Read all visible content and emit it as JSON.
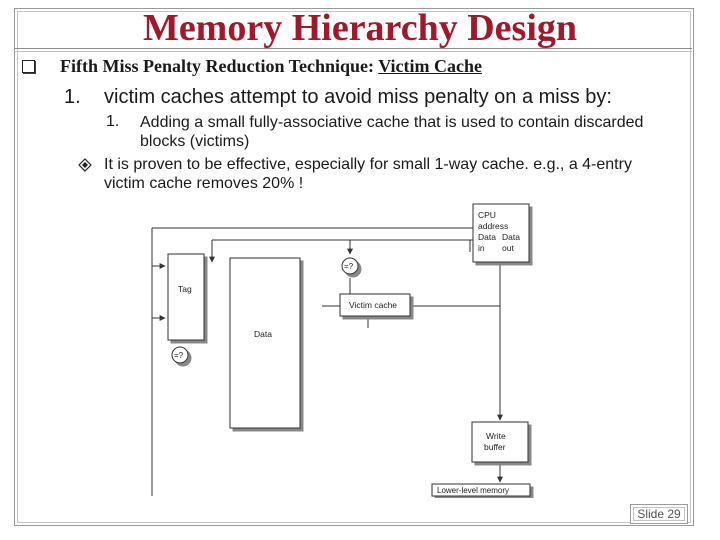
{
  "slide": {
    "title": "Memory Hierarchy Design",
    "heading_prefix": "Fifth Miss Penalty Reduction Technique: ",
    "heading_highlight": "Victim Cache",
    "point1_number": "1.",
    "point1_text": "victim caches attempt to avoid miss penalty on a miss by:",
    "sub1_number": "1.",
    "sub1_text": "Adding a small fully-associative cache that is used to contain discarded blocks (victims)",
    "note_text": "It is proven to be effective, especially for small 1-way cache. e.g., a 4-entry victim cache removes 20% !",
    "slide_number": "Slide 29"
  },
  "diagram": {
    "cpu_label_1": "CPU",
    "cpu_label_2": "address",
    "data_in_label_1": "Data",
    "data_in_label_2": "in",
    "data_out_label_1": "Data",
    "data_out_label_2": "out",
    "tag_label": "Tag",
    "data_label": "Data",
    "compare_label_top": "=?",
    "compare_label_bottom": "=?",
    "victim_cache_label": "Victim cache",
    "write_buffer_label_1": "Write",
    "write_buffer_label_2": "buffer",
    "lower_memory_label": "Lower-level memory"
  }
}
